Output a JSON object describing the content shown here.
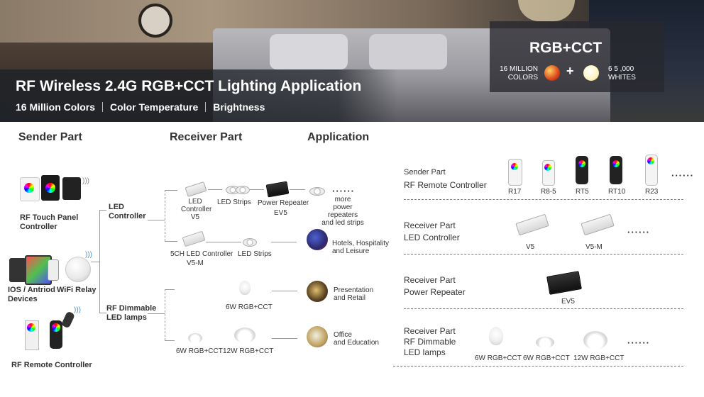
{
  "banner": {
    "title": "RF Wireless 2.4G RGB+CCT Lighting Application",
    "sub1": "16 Million Colors",
    "sub2": "Color Temperature",
    "sub3": "Brightness",
    "rgb_title": "RGB+CCT",
    "million_line1": "16 MILLION",
    "million_line2": "COLORS",
    "plus": "+",
    "whites_line1": "6 5 ,000",
    "whites_line2": "WHITES"
  },
  "headers": {
    "sender": "Sender Part",
    "receiver": "Receiver Part",
    "application": "Application"
  },
  "sender": {
    "touch_line1": "RF Touch Panel",
    "touch_line2": "Controller",
    "ios_line1": "IOS / Antriod",
    "ios_line2": "Devices",
    "wifi": "WiFi Relay",
    "remote": "RF Remote Controller"
  },
  "branches": {
    "led_line1": "LED",
    "led_line2": "Controller",
    "rf_line1": "RF Dimmable",
    "rf_line2": "LED lamps"
  },
  "receiver": {
    "led_ctrl_line1": "LED",
    "led_ctrl_line2": "Controller",
    "led_ctrl_line3": "V5",
    "led_strips1": "LED Strips",
    "power_repeater": "Power Repeater",
    "ev5": "EV5",
    "more_dots": "······",
    "more_line1": "more",
    "more_line2": "power repeaters",
    "more_line3": "and led strips",
    "ctrl5ch": "5CH LED Controller",
    "v5m": "V5-M",
    "led_strips2": "LED Strips",
    "bulb6w": "6W RGB+CCT",
    "lamp6w": "6W RGB+CCT",
    "lamp12w": "12W RGB+CCT"
  },
  "applications": {
    "hotels_line1": "Hotels, Hospitality",
    "hotels_line2": "and Leisure",
    "pres_line1": "Presentation",
    "pres_line2": "and Retail",
    "office_line1": "Office",
    "office_line2": "and Education"
  },
  "right": {
    "r1_line1": "Sender Part",
    "r1_line2": "RF Remote Controller",
    "remotes": [
      "R17",
      "R8-5",
      "RT5",
      "RT10",
      "R23"
    ],
    "r1_dots": "······",
    "r2_line1": "Receiver Part",
    "r2_line2": "LED Controller",
    "ctrls": [
      "V5",
      "V5-M"
    ],
    "r2_dots": "······",
    "r3_line1": "Receiver Part",
    "r3_line2": "Power Repeater",
    "rep": "EV5",
    "r4_line1": "Receiver Part",
    "r4_line2": "RF Dimmable",
    "r4_line3": "LED lamps",
    "lamps": [
      "6W RGB+CCT",
      "6W RGB+CCT",
      "12W RGB+CCT"
    ],
    "r4_dots": "······"
  }
}
